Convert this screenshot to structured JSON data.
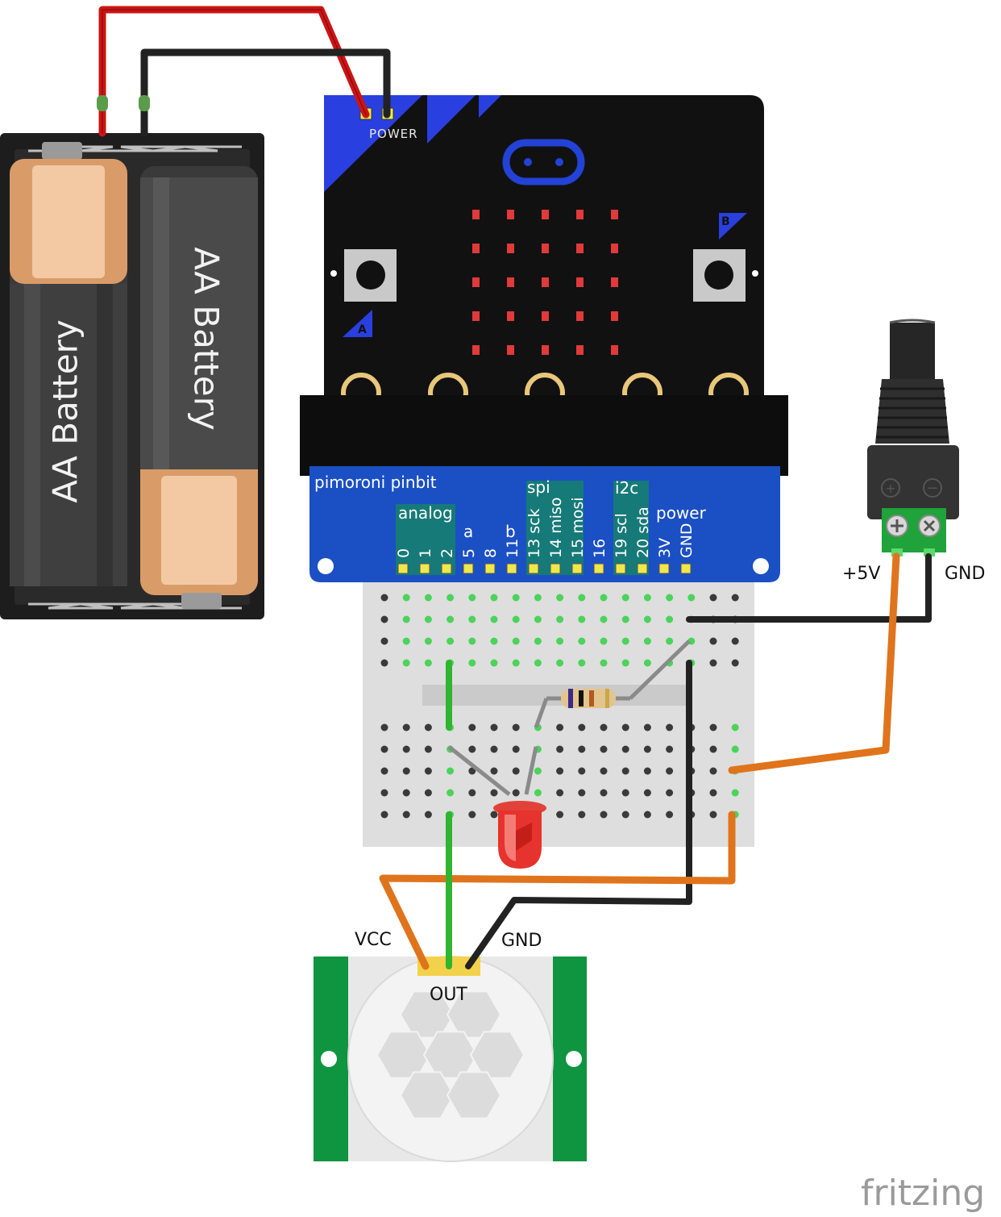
{
  "battery": {
    "label_left": "AA Battery",
    "label_right": "AA Battery"
  },
  "microbit": {
    "power_label": "POWER",
    "button_a": "A",
    "button_b": "B"
  },
  "pinbit": {
    "title": "pimoroni pinbit",
    "group_analog": "analog",
    "group_a": "a",
    "group_b": "b",
    "group_spi": "spi",
    "group_i2c": "i2c",
    "group_power": "power",
    "pins": [
      "0",
      "1",
      "2",
      "5",
      "8",
      "11",
      "13 sck",
      "14 miso",
      "15 mosi",
      "16",
      "19 scl",
      "20 sda",
      "3V",
      "GND"
    ]
  },
  "dc_jack": {
    "plus_label": "+5V",
    "gnd_label": "GND"
  },
  "pir": {
    "vcc_label": "VCC",
    "out_label": "OUT",
    "gnd_label": "GND"
  },
  "watermark": "fritzing",
  "colors": {
    "wire_red": "#cc1414",
    "wire_black": "#222222",
    "wire_green": "#2fb52f",
    "wire_orange": "#e0741c",
    "wire_gray": "#8a8a8a",
    "board_blue": "#1b4fc4",
    "pir_green": "#0f9440",
    "pin_teal": "#167a78"
  }
}
